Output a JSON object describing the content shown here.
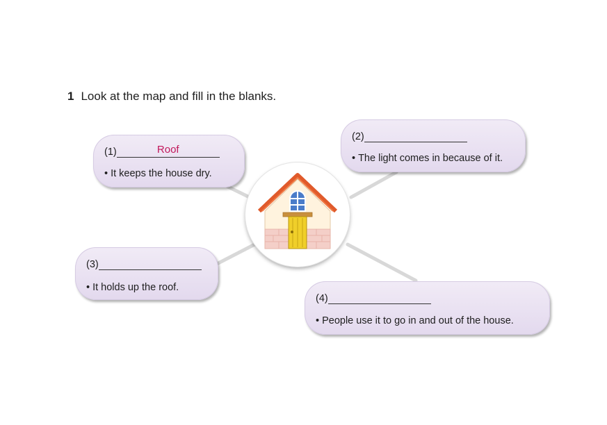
{
  "instruction": {
    "number": "1",
    "text": "Look at the map and fill in the blanks."
  },
  "bubbles": [
    {
      "label": "(1)",
      "answer": "Roof",
      "description": "It keeps the house dry."
    },
    {
      "label": "(2)",
      "answer": "",
      "description": "The light comes in because of it."
    },
    {
      "label": "(3)",
      "answer": "",
      "description": "It holds up the roof."
    },
    {
      "label": "(4)",
      "answer": "",
      "description": "People use it to go in and out of the house."
    }
  ],
  "center": {
    "icon": "house-icon"
  },
  "colors": {
    "bubble": "#e8e0f0",
    "answer": "#c2185b",
    "roof": "#e05a2b",
    "wall": "#fff2dd",
    "brick": "#f2cdc5",
    "door": "#e8c41f",
    "window": "#4a7cc9"
  }
}
